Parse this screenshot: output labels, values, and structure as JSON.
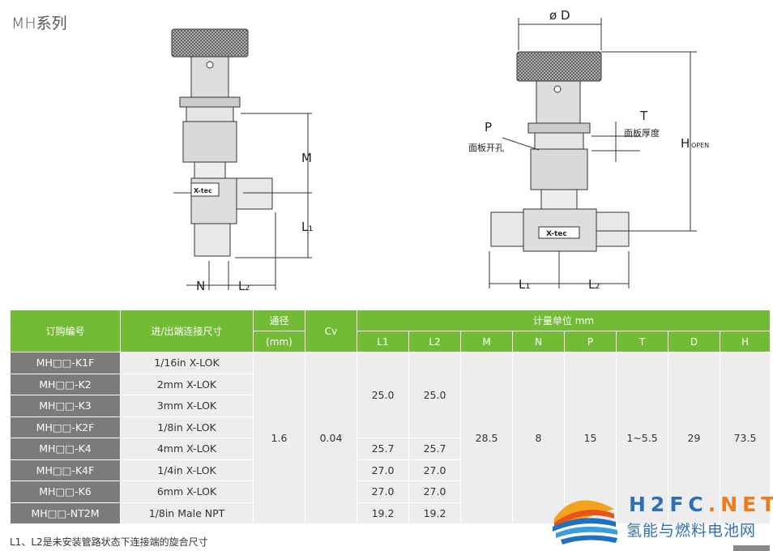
{
  "title": "MH系列",
  "diagram": {
    "left": {
      "M": "M",
      "L1": "L₁",
      "N": "N",
      "L2": "L₂",
      "brand": "X-tec"
    },
    "right": {
      "D": "ø D",
      "T": "T",
      "T_desc": "面板厚度",
      "P": "P",
      "P_desc": "面板开孔",
      "H": "H",
      "H_sub": "OPEN",
      "L1": "L₁",
      "L2": "L₂",
      "brand": "X-tec"
    }
  },
  "table": {
    "headers": {
      "code": "订购编号",
      "conn": "进/出端连接尺寸",
      "bore": "通径",
      "bore_unit": "(mm)",
      "cv": "Cv",
      "unit": "计量单位 mm",
      "cols": [
        "L1",
        "L2",
        "M",
        "N",
        "P",
        "T",
        "D",
        "H"
      ]
    },
    "rows": [
      {
        "code": "MH□□-K1F",
        "conn": "1/16in X-LOK"
      },
      {
        "code": "MH□□-K2",
        "conn": "2mm X-LOK"
      },
      {
        "code": "MH□□-K3",
        "conn": "3mm X-LOK"
      },
      {
        "code": "MH□□-K2F",
        "conn": "1/8in X-LOK"
      },
      {
        "code": "MH□□-K4",
        "conn": "4mm X-LOK"
      },
      {
        "code": "MH□□-K4F",
        "conn": "1/4in X-LOK"
      },
      {
        "code": "MH□□-K6",
        "conn": "6mm X-LOK"
      },
      {
        "code": "MH□□-NT2M",
        "conn": "1/8in Male NPT"
      }
    ],
    "bore": "1.6",
    "cv": "0.04",
    "l_groups": [
      {
        "L1": "25.0",
        "L2": "25.0"
      },
      {
        "L1": "25.7",
        "L2": "25.7"
      },
      {
        "L1": "27.0",
        "L2": "27.0"
      },
      {
        "L1": "27.0",
        "L2": "27.0"
      },
      {
        "L1": "19.2",
        "L2": "19.2"
      }
    ],
    "M": "28.5",
    "N": "8",
    "P": "15",
    "T": "1~5.5",
    "D": "29",
    "H": "73.5"
  },
  "note": "L1、L2是未安装管路状态下连接端的旋合尺寸",
  "watermark": {
    "en_main": "H2FC",
    "en_accent": ".NET",
    "cn": "氢能与燃料电池网"
  },
  "colors": {
    "header": "#72bc35",
    "code_cell": "#7b7b7b",
    "body": "#ededed"
  }
}
